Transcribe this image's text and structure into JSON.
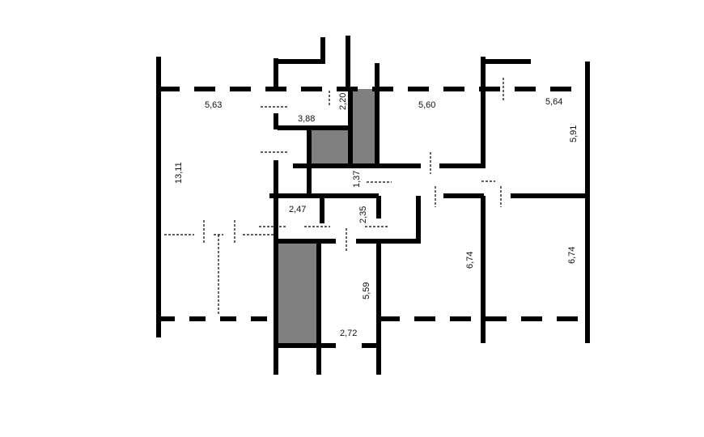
{
  "dimensions": {
    "d1": "5,63",
    "d2": "3,88",
    "d3": "2,20",
    "d4": "5,60",
    "d5": "5,64",
    "d6": "5,91",
    "d7": "13,11",
    "d8": "1,37",
    "d9": "2,47",
    "d10": "2,35",
    "d11": "6,74",
    "d12": "6,74",
    "d13": "5,59",
    "d14": "2,72"
  },
  "colors": {
    "wall": "#000000",
    "shaft_fill": "#808080",
    "background": "#ffffff"
  }
}
